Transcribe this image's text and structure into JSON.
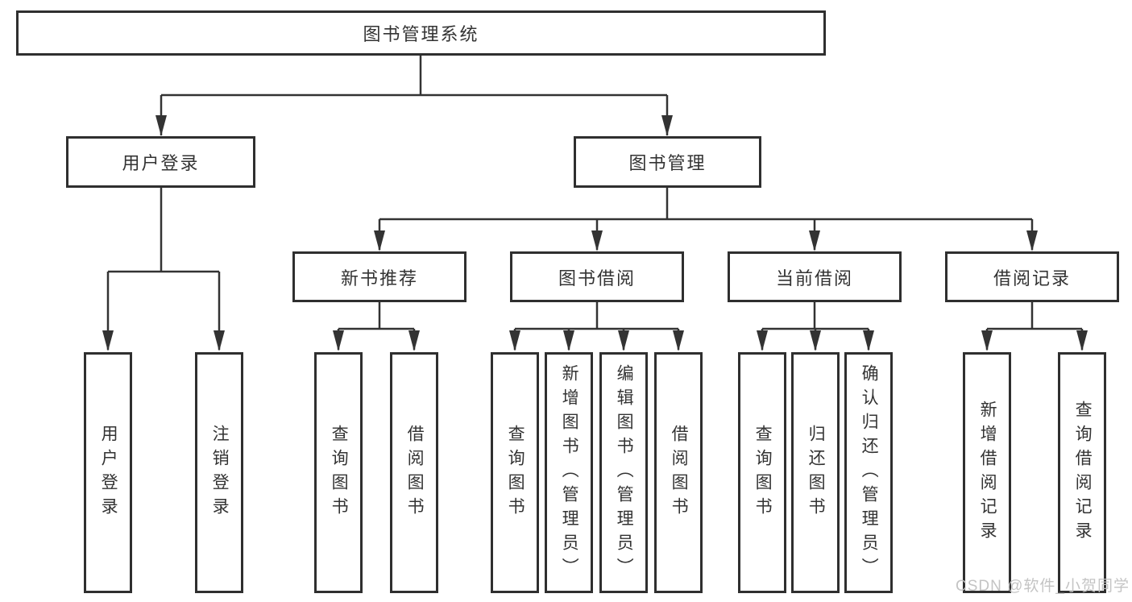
{
  "diagram": {
    "root": {
      "label": "图书管理系统"
    },
    "branches": [
      {
        "label": "用户登录",
        "children": [
          {
            "label": "用户登录"
          },
          {
            "label": "注销登录"
          }
        ]
      },
      {
        "label": "图书管理",
        "children": [
          {
            "label": "新书推荐",
            "children": [
              {
                "label": "查询图书"
              },
              {
                "label": "借阅图书"
              }
            ]
          },
          {
            "label": "图书借阅",
            "children": [
              {
                "label": "查询图书"
              },
              {
                "label": "新增图书（管理员）"
              },
              {
                "label": "编辑图书（管理员）"
              },
              {
                "label": "借阅图书"
              }
            ]
          },
          {
            "label": "当前借阅",
            "children": [
              {
                "label": "查询图书"
              },
              {
                "label": "归还图书"
              },
              {
                "label": "确认归还（管理员）"
              }
            ]
          },
          {
            "label": "借阅记录",
            "children": [
              {
                "label": "新增借阅记录"
              },
              {
                "label": "查询借阅记录"
              }
            ]
          }
        ]
      }
    ]
  },
  "watermark": "CSDN @软件_小贺同学",
  "colors": {
    "line": "#333333",
    "box_border": "#2f2f2f",
    "text": "#333333",
    "watermark": "#c1c1c1",
    "background": "#ffffff"
  }
}
